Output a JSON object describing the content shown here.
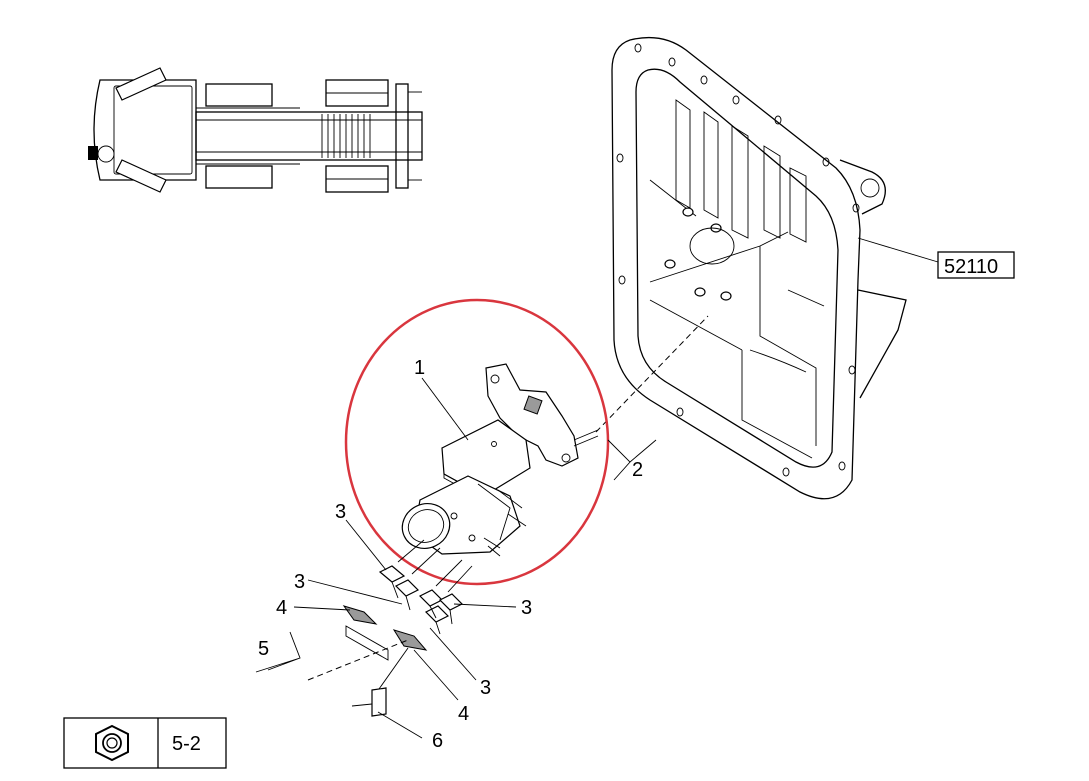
{
  "diagram": {
    "assembly_code": "52110",
    "callouts": {
      "c1": "1",
      "c2": "2",
      "c3a": "3",
      "c3b": "3",
      "c3c": "3",
      "c3d": "3",
      "c4a": "4",
      "c4b": "4",
      "c5": "5",
      "c6": "6"
    },
    "tool_box": {
      "icon": "hex-nut-icon",
      "spec": "5-2"
    },
    "highlight_color": "#d9363e"
  }
}
